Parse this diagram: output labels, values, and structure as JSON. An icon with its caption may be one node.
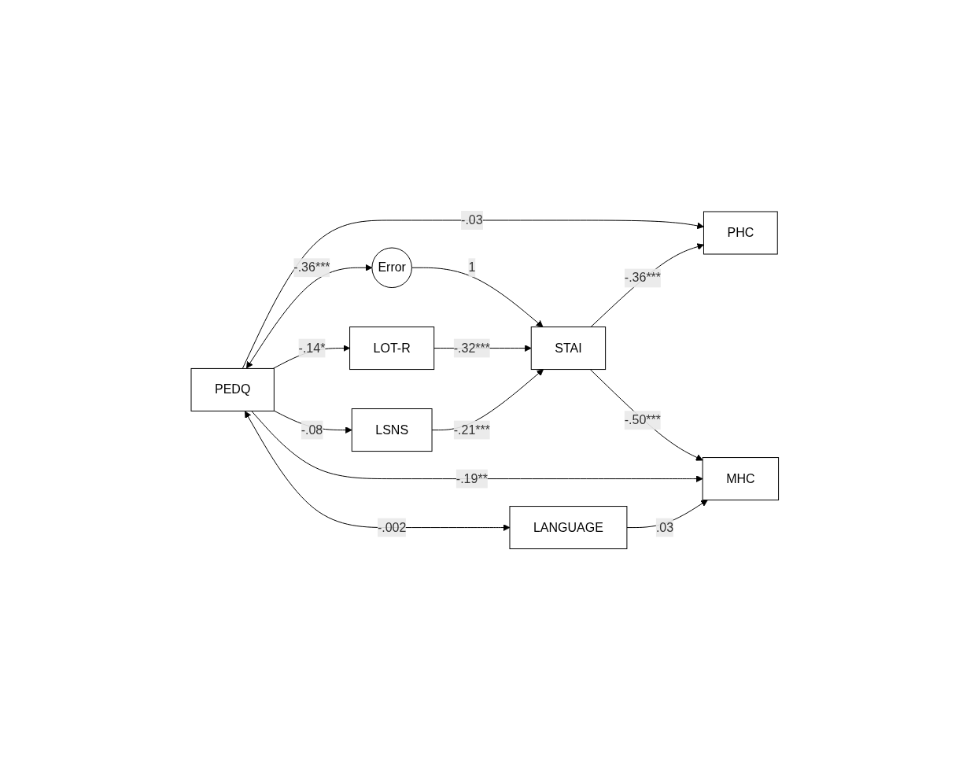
{
  "diagram": {
    "nodes": [
      {
        "text": [
          "PHC"
        ]
      },
      {
        "text": [
          "Error"
        ]
      },
      {
        "text": [
          "LOT-R"
        ]
      },
      {
        "text": [
          "PEDQ"
        ]
      },
      {
        "text": [
          "STAI"
        ]
      },
      {
        "text": [
          "LSNS"
        ]
      },
      {
        "text": [
          "LANGUAGE"
        ]
      },
      {
        "text": [
          "MHC"
        ]
      }
    ],
    "edges": [
      {
        "from": 3,
        "to": 1,
        "arrow": "both",
        "label": "-.36***"
      },
      {
        "from": 3,
        "to": 0,
        "arrow": "to",
        "label": "-.03"
      },
      {
        "from": 1,
        "to": 4,
        "arrow": "to",
        "label": "1"
      },
      {
        "from": 4,
        "to": 0,
        "arrow": "to",
        "label": "-.36***"
      },
      {
        "from": 3,
        "to": 2,
        "arrow": "to",
        "label": "-.14*"
      },
      {
        "from": 3,
        "to": 5,
        "arrow": "to",
        "label": "-.08"
      },
      {
        "from": 2,
        "to": 4,
        "arrow": "to",
        "label": "-.32***"
      },
      {
        "from": 5,
        "to": 4,
        "arrow": "to",
        "label": "-.21***"
      },
      {
        "from": 4,
        "to": 7,
        "arrow": "to",
        "label": "-.50***"
      },
      {
        "from": 3,
        "to": 7,
        "arrow": "to",
        "label": "-.19**"
      },
      {
        "from": 3,
        "to": 6,
        "arrow": "both",
        "label": "-.002"
      },
      {
        "from": 6,
        "to": 7,
        "arrow": "to",
        "label": ".03"
      }
    ]
  }
}
